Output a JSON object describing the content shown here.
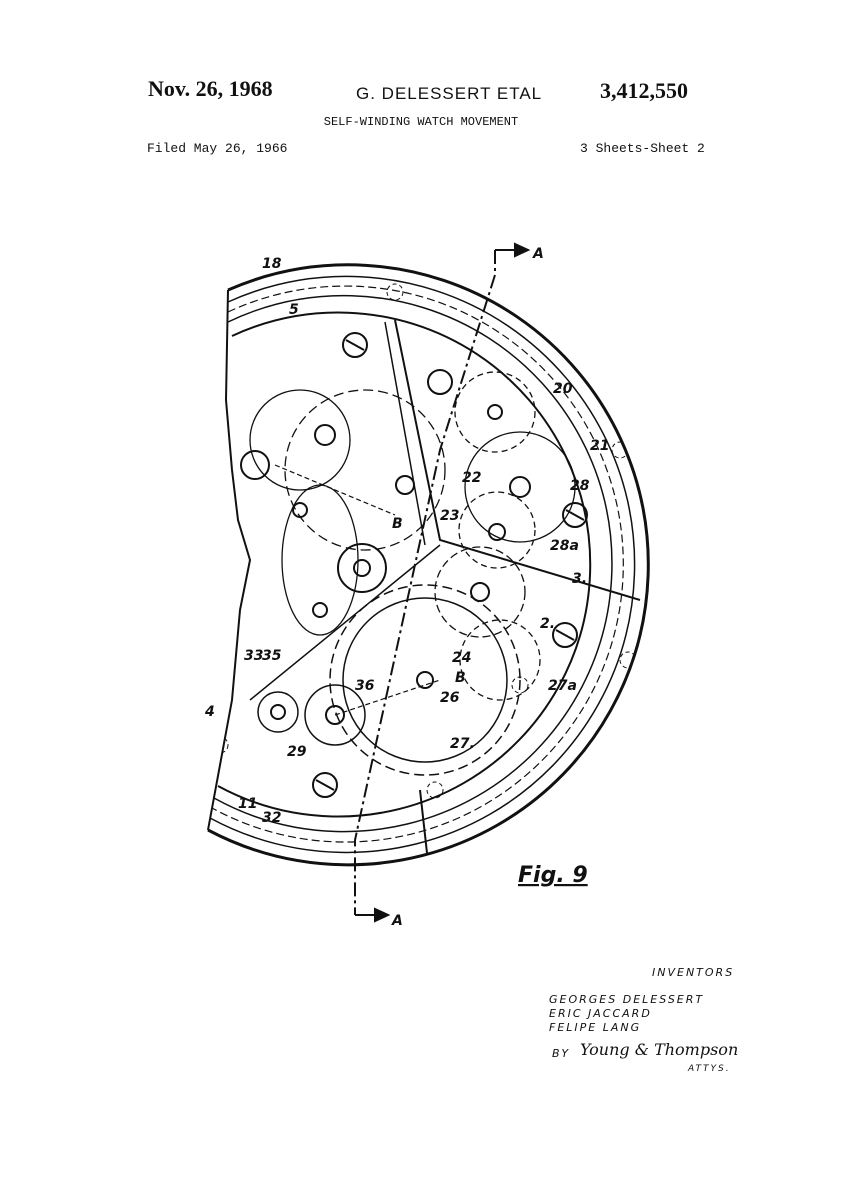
{
  "header": {
    "date": "Nov. 26, 1968",
    "inventor": "G. DELESSERT ETAL",
    "patent_number": "3,412,550",
    "title": "SELF-WINDING WATCH MOVEMENT",
    "filed": "Filed May 26, 1966",
    "sheets": "3 Sheets-Sheet 2"
  },
  "figure": {
    "caption": "Fig. 9",
    "section_labels": {
      "top": "A",
      "bottom": "A",
      "b1": "B",
      "b2": "B"
    },
    "refs": {
      "r18": "18",
      "r5": "5",
      "r20": "20",
      "r21": "21",
      "r22": "22",
      "r28": "28",
      "r23": "23",
      "r28a": "28a",
      "r3": "3.",
      "r2": "2.",
      "r24": "24",
      "r27a": "27a",
      "r26": "26",
      "r36": "36",
      "r27": "27.",
      "r4": "4",
      "r33": "33",
      "r35": "35",
      "r29": "29",
      "r11": "11",
      "r32": "32"
    }
  },
  "signature": {
    "inventors_label": "Inventors",
    "names": [
      "Georges Delessert",
      "Eric Jaccard",
      "Felipe Lang"
    ],
    "by": "By",
    "attorney": "Young & Thompson",
    "attys": "Attys."
  }
}
